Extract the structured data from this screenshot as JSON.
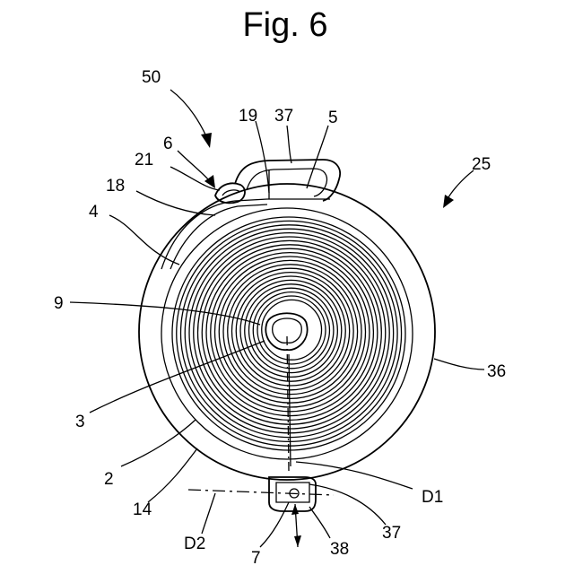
{
  "figure": {
    "title": "Fig. 6",
    "labels": {
      "l50": "50",
      "l6": "6",
      "l21": "21",
      "l18": "18",
      "l4": "4",
      "l19": "19",
      "l37_top": "37",
      "l5": "5",
      "l25": "25",
      "l9": "9",
      "l36": "36",
      "l3": "3",
      "l2": "2",
      "l14": "14",
      "lD1": "D1",
      "l37_bottom": "37",
      "lD2": "D2",
      "l7": "7",
      "l38": "38"
    }
  }
}
